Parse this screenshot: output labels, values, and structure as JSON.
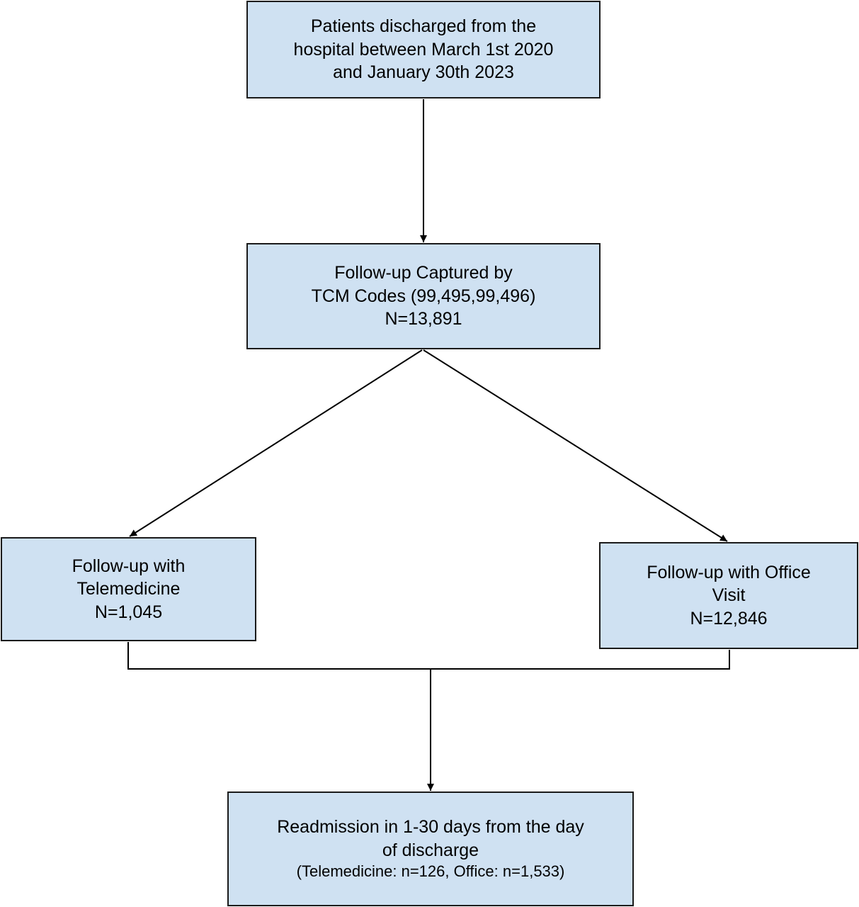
{
  "boxes": {
    "discharged": {
      "lines": [
        "Patients discharged from the",
        "hospital between March 1st 2020",
        "and January 30th 2023"
      ]
    },
    "followup_tcm": {
      "lines": [
        "Follow-up Captured by",
        "TCM Codes (99,495,99,496)",
        "N=13,891"
      ]
    },
    "telemedicine": {
      "lines": [
        "Follow-up with",
        "Telemedicine",
        "N=1,045"
      ]
    },
    "office_visit": {
      "lines": [
        "Follow-up with Office",
        "Visit",
        "N=12,846"
      ]
    },
    "readmission": {
      "lines": [
        "Readmission in 1-30 days from the day",
        "of discharge",
        "(Telemedicine: n=126, Office: n=1,533)"
      ]
    }
  },
  "colors": {
    "box_fill": "#cfe1f2",
    "box_border": "#1a1a1a",
    "connector": "#000000"
  }
}
